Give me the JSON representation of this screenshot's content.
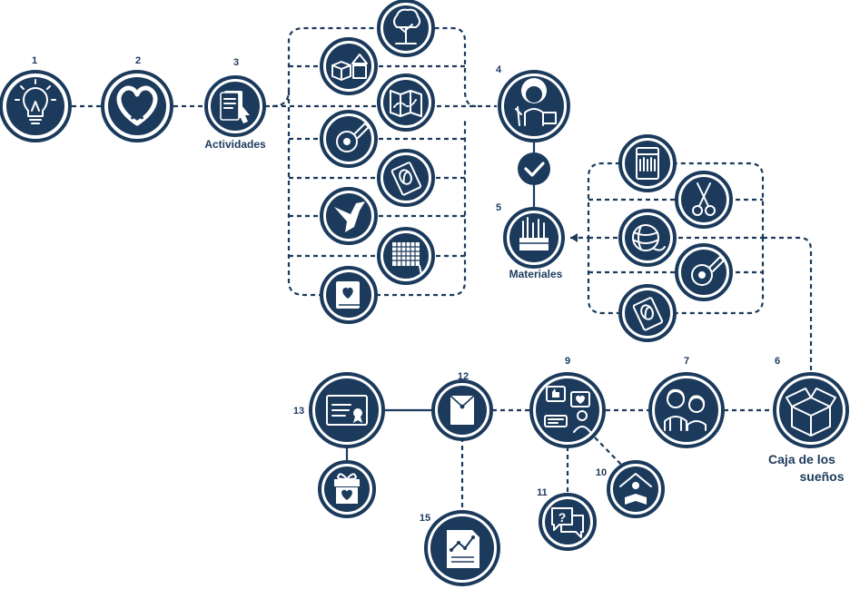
{
  "colors": {
    "navy": "#1b3a5c",
    "white": "#ffffff"
  },
  "steps": {
    "s1": {
      "number": "1",
      "icon": "lightbulb-icon"
    },
    "s2": {
      "number": "2",
      "icon": "heart-icon"
    },
    "s3": {
      "number": "3",
      "label": "Actividades",
      "icon": "document-pointer-icon"
    },
    "s4": {
      "number": "4",
      "icon": "teacher-icon"
    },
    "s5": {
      "number": "5",
      "label": "Materiales",
      "icon": "supplies-box-icon"
    },
    "s6": {
      "number": "6",
      "label_line1": "Caja de los",
      "label_line2": "sueños",
      "icon": "open-box-icon"
    },
    "s7": {
      "number": "7",
      "icon": "couple-icon"
    },
    "s9": {
      "number": "9",
      "icon": "discussion-icon"
    },
    "s10": {
      "number": "10",
      "icon": "home-reading-icon"
    },
    "s11": {
      "number": "11",
      "icon": "question-chat-icon"
    },
    "s12": {
      "number": "12",
      "icon": "envelope-icon"
    },
    "s13": {
      "number": "13",
      "icon": "certificate-icon"
    },
    "s15": {
      "number": "15",
      "icon": "report-chart-icon"
    }
  },
  "activity_icons": [
    "tree-icon",
    "blocks-icon",
    "map-icon",
    "tape-measure-icon",
    "seed-packet-icon",
    "origami-bird-icon",
    "weaving-icon",
    "heart-book-icon"
  ],
  "material_icons": [
    "crayons-icon",
    "scissors-icon",
    "yarn-icon",
    "tape-measure-icon",
    "seed-packet-icon"
  ],
  "extra_icons": {
    "check": "check-icon",
    "gift": "gift-icon"
  }
}
